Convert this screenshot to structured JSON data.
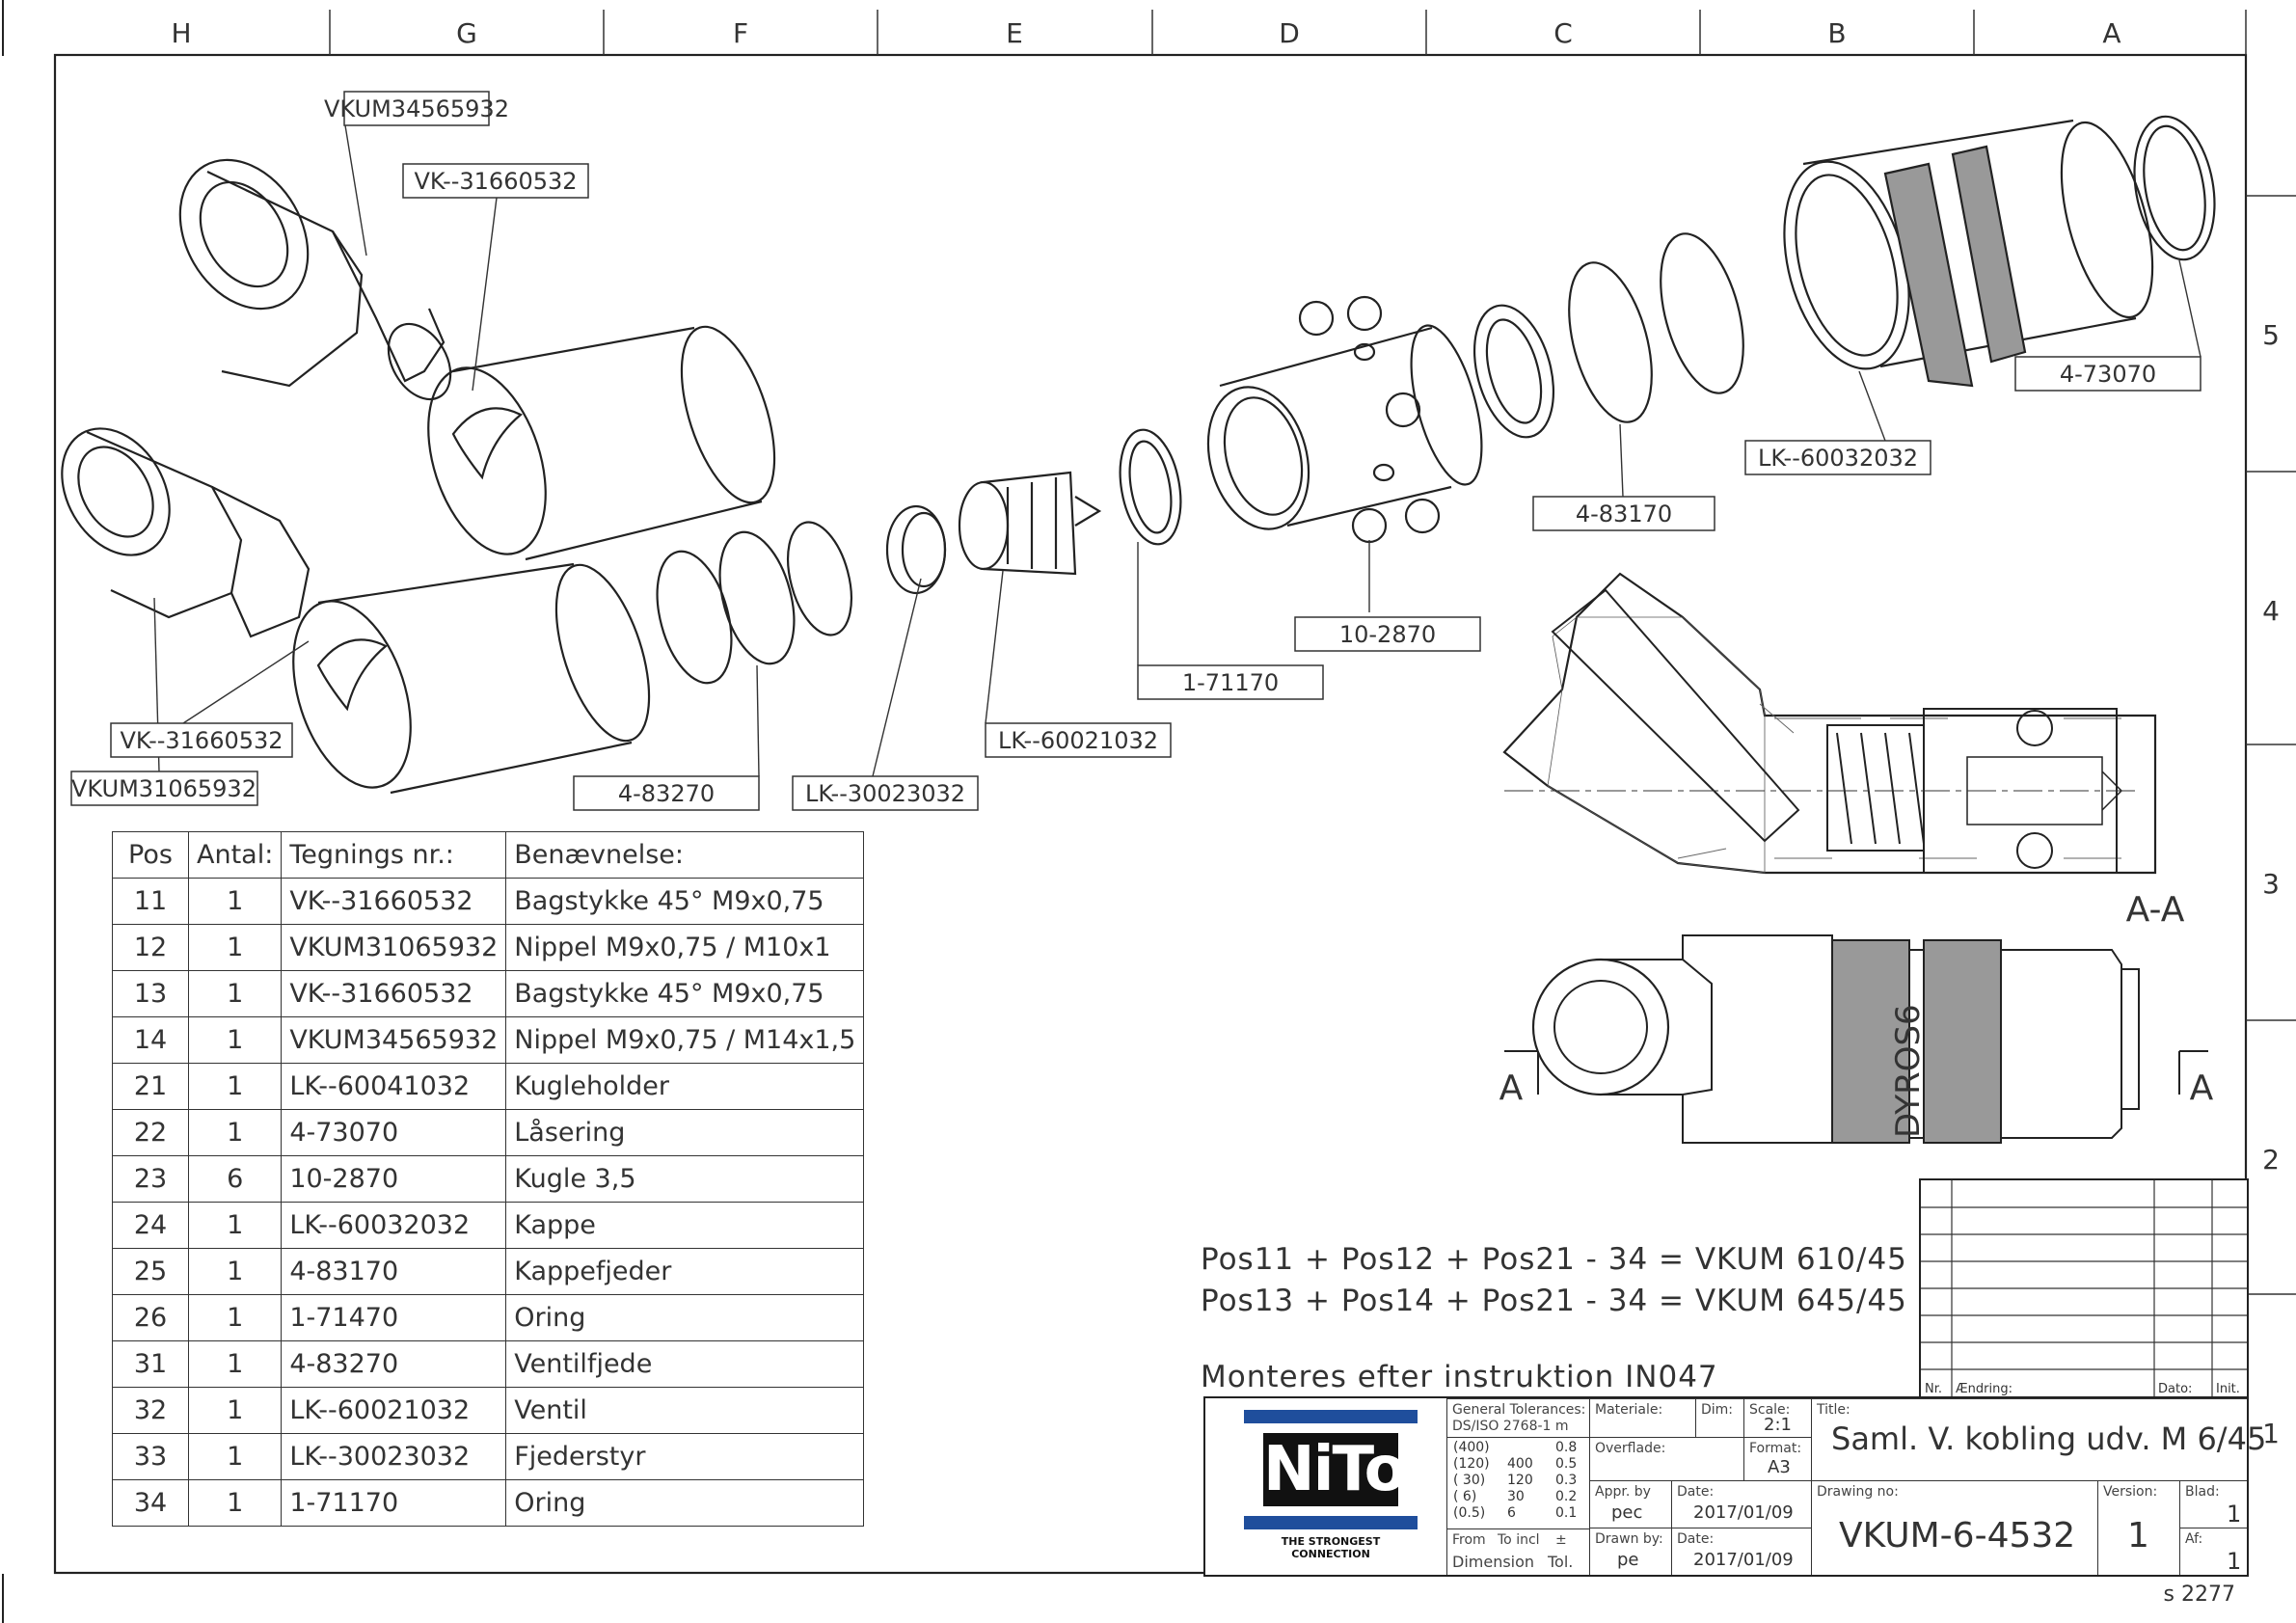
{
  "zone_columns": [
    "H",
    "G",
    "F",
    "E",
    "D",
    "C",
    "B",
    "A"
  ],
  "zone_rows": [
    "5",
    "4",
    "3",
    "2",
    "1"
  ],
  "part_labels": [
    "VKUM34565932",
    "VK--31660532",
    "VK--31660532",
    "VKUM31065932",
    "4-83270",
    "LK--30023032",
    "LK--60021032",
    "1-71170",
    "10-2870",
    "4-83170",
    "LK--60032032",
    "4-73070"
  ],
  "section": {
    "view_label": "A-A",
    "cut_letter_left": "A",
    "cut_letter_right": "A",
    "knurl_text": "DYROS6"
  },
  "bom": {
    "headers": [
      "Pos",
      "Antal:",
      "Tegnings nr.:",
      "Benævnelse:"
    ],
    "rows": [
      [
        "11",
        "1",
        "VK--31660532",
        "Bagstykke 45° M9x0,75"
      ],
      [
        "12",
        "1",
        "VKUM31065932",
        "Nippel M9x0,75 / M10x1"
      ],
      [
        "13",
        "1",
        "VK--31660532",
        "Bagstykke 45° M9x0,75"
      ],
      [
        "14",
        "1",
        "VKUM34565932",
        "Nippel M9x0,75 / M14x1,5"
      ],
      [
        "21",
        "1",
        "LK--60041032",
        "Kugleholder"
      ],
      [
        "22",
        "1",
        "4-73070",
        "Låsering"
      ],
      [
        "23",
        "6",
        "10-2870",
        "Kugle 3,5"
      ],
      [
        "24",
        "1",
        "LK--60032032",
        "Kappe"
      ],
      [
        "25",
        "1",
        "4-83170",
        "Kappefjeder"
      ],
      [
        "26",
        "1",
        "1-71470",
        "Oring"
      ],
      [
        "31",
        "1",
        "4-83270",
        "Ventilfjede"
      ],
      [
        "32",
        "1",
        "LK--60021032",
        "Ventil"
      ],
      [
        "33",
        "1",
        "LK--30023032",
        "Fjederstyr"
      ],
      [
        "34",
        "1",
        "1-71170",
        "Oring"
      ]
    ]
  },
  "notes": {
    "formula1": "Pos11 + Pos12 + Pos21 - 34 = VKUM 610/45",
    "formula2": "Pos13 + Pos14 + Pos21 - 34 = VKUM 645/45",
    "assembly": "Monteres efter instruktion IN047"
  },
  "revision": {
    "col_nr": "Nr.",
    "col_change": "Ændring:",
    "col_date": "Dato:",
    "col_init": "Init."
  },
  "title_block": {
    "logo_text": "NiTo",
    "logo_tagline": "THE STRONGEST CONNECTION",
    "general_tol_label": "General Tolerances:",
    "general_tol_std": "DS/ISO 2768-1 m",
    "tol_rows": [
      [
        "(400)",
        "",
        "0.8"
      ],
      [
        "(120)",
        "400",
        "0.5"
      ],
      [
        "( 30)",
        "120",
        "0.3"
      ],
      [
        "( 6)",
        "30",
        "0.2"
      ],
      [
        "(0.5)",
        "6",
        "0.1"
      ]
    ],
    "from_label": "From",
    "to_label": "To incl",
    "pm_label": "±",
    "dimension_label": "Dimension",
    "tol_label": "Tol.",
    "material_label": "Materiale:",
    "dim_label": "Dim:",
    "scale_label": "Scale:",
    "scale": "2:1",
    "surface_label": "Overflade:",
    "format_label": "Format:",
    "format": "A3",
    "appr_label": "Appr. by",
    "appr_by": "pec",
    "date_label": "Date:",
    "appr_date": "2017/01/09",
    "drawn_label": "Drawn by:",
    "drawn_by": "pe",
    "drawn_date": "2017/01/09",
    "title_label": "Title:",
    "title": "Saml. V. kobling udv. M 6/45",
    "drawing_no_label": "Drawing no:",
    "drawing_no": "VKUM-6-4532",
    "version_label": "Version:",
    "version": "1",
    "sheet_label": "Blad:",
    "sheet": "1",
    "of_label": "Af:",
    "of": "1"
  },
  "corner_ref": "s 2277"
}
